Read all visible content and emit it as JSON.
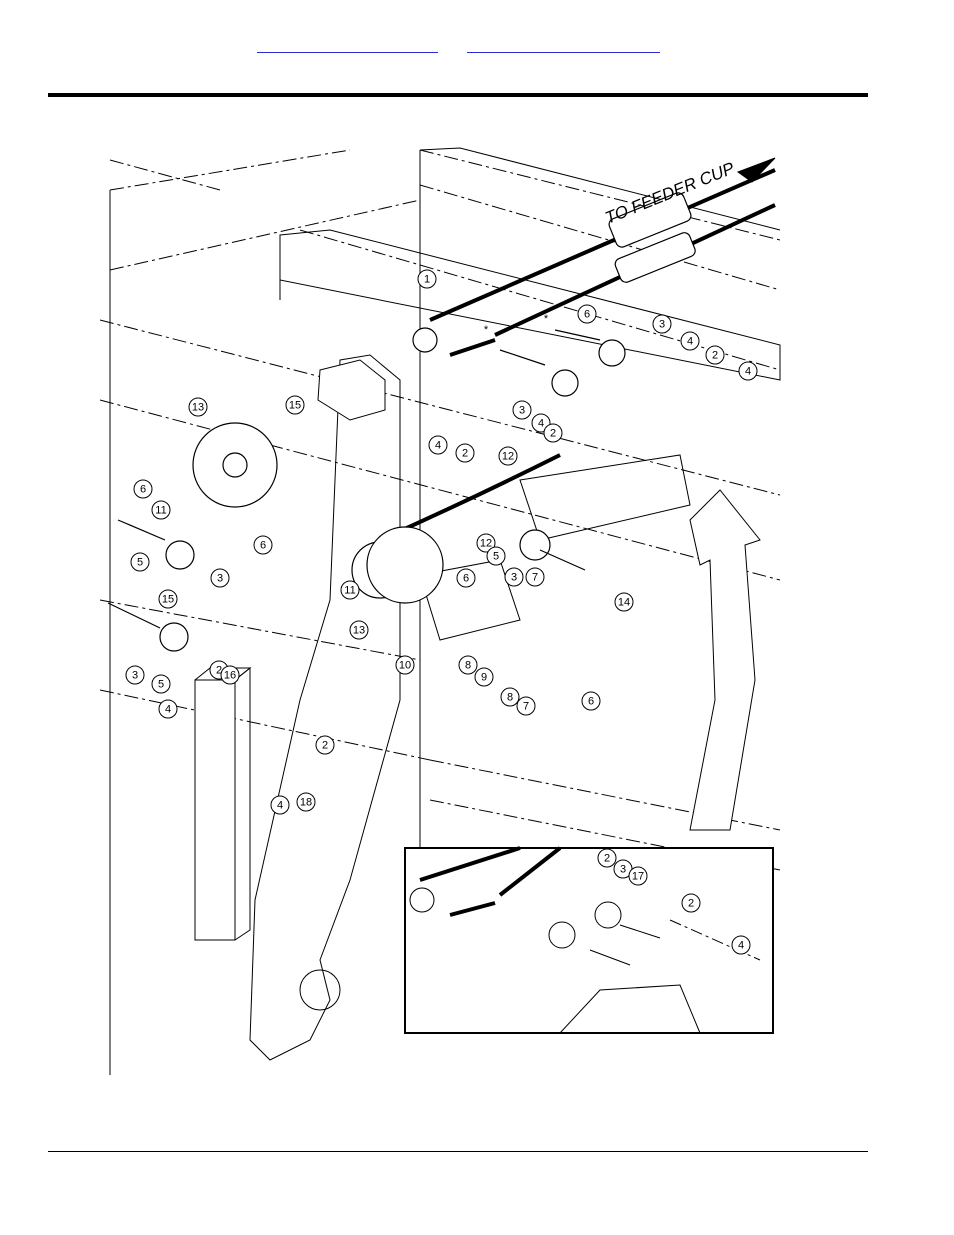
{
  "header": {
    "link_left": "",
    "link_right": ""
  },
  "diagram": {
    "direction_label": "TO FEEDER CUP",
    "asterisk": "*",
    "callouts": [
      "1",
      "6",
      "3",
      "4",
      "2",
      "4",
      "13",
      "15",
      "6",
      "3",
      "4",
      "2",
      "4",
      "2",
      "12",
      "11",
      "6",
      "5",
      "3",
      "15",
      "12",
      "5",
      "3",
      "7",
      "11",
      "6",
      "14",
      "13",
      "10",
      "8",
      "9",
      "8",
      "7",
      "6",
      "3",
      "5",
      "2",
      "16",
      "4",
      "2",
      "4",
      "18",
      "2",
      "3",
      "17",
      "2",
      "4"
    ]
  }
}
